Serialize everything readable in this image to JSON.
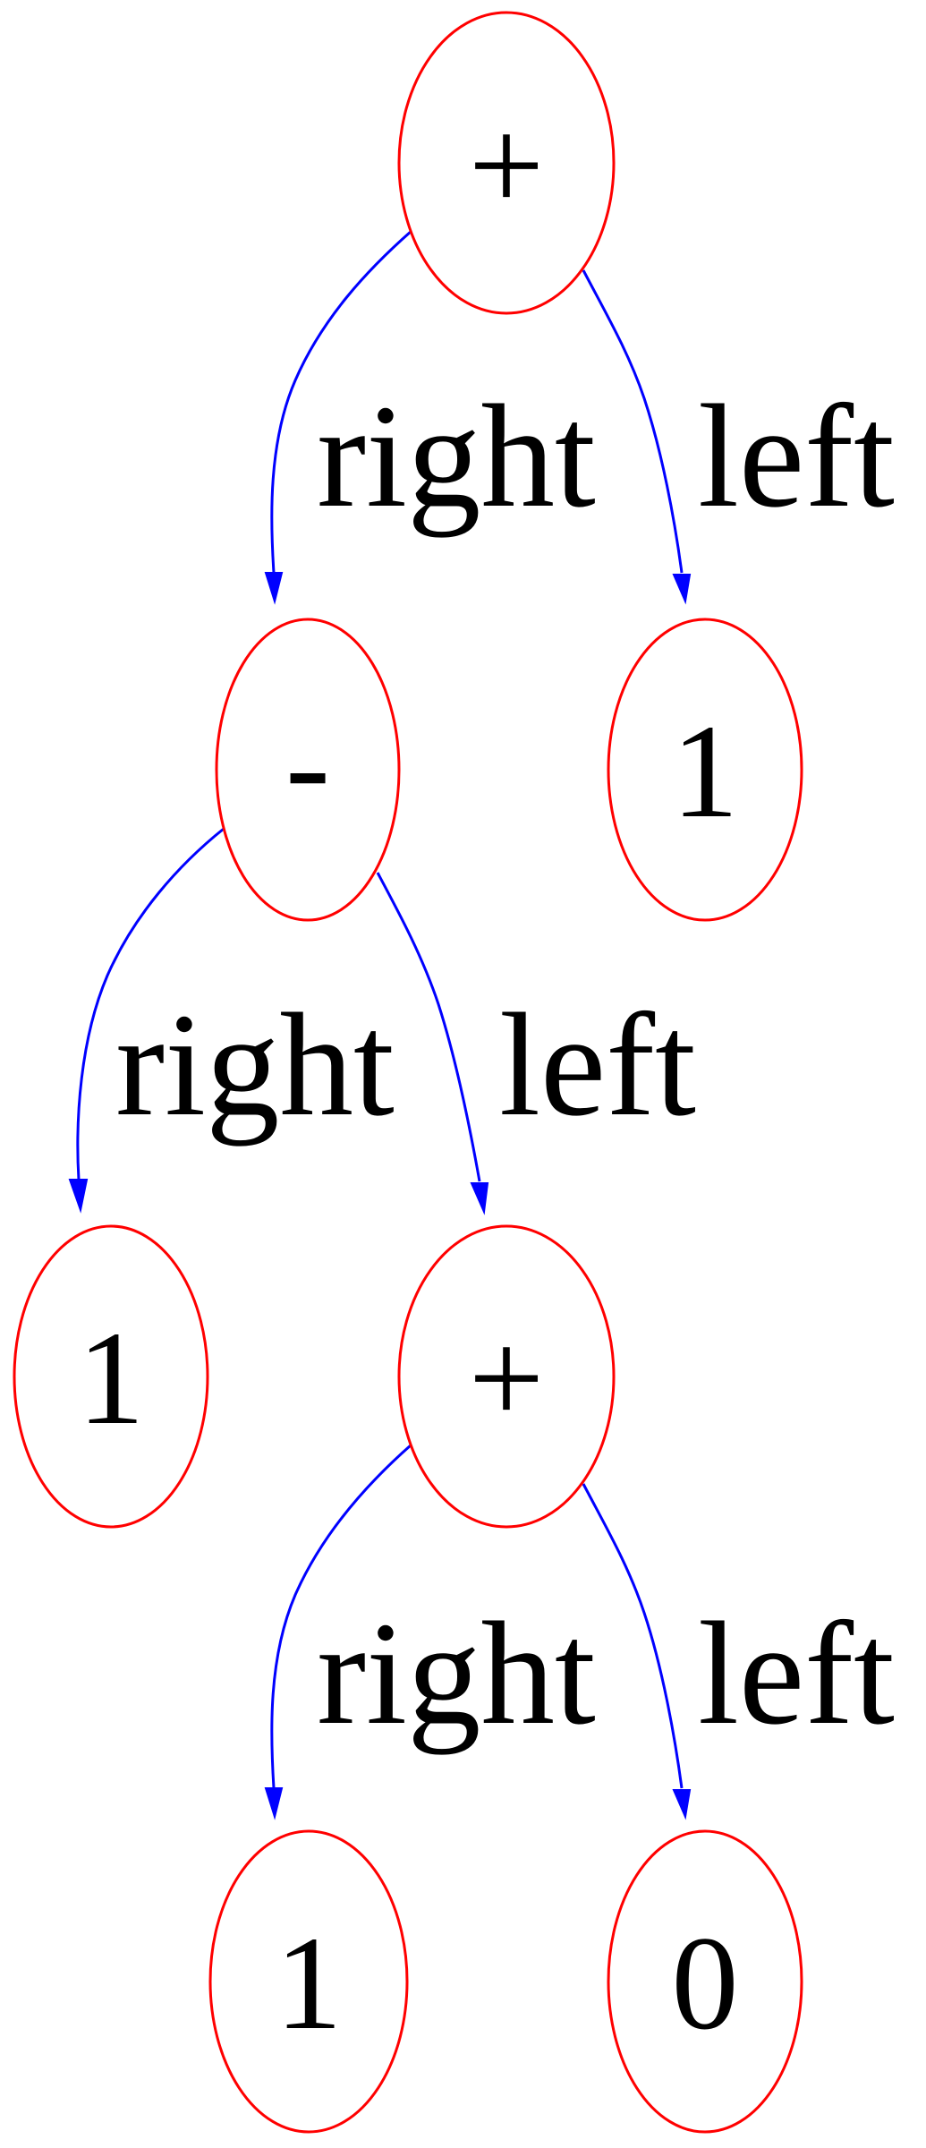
{
  "nodes": [
    {
      "id": "n_plus_root",
      "label": "+"
    },
    {
      "id": "n_minus",
      "label": "-"
    },
    {
      "id": "n_one_top",
      "label": "1"
    },
    {
      "id": "n_one_left",
      "label": "1"
    },
    {
      "id": "n_plus_inner",
      "label": "+"
    },
    {
      "id": "n_one_bottom",
      "label": "1"
    },
    {
      "id": "n_zero",
      "label": "0"
    }
  ],
  "edges": [
    {
      "from": "n_plus_root",
      "to": "n_minus",
      "label": "right"
    },
    {
      "from": "n_plus_root",
      "to": "n_one_top",
      "label": "left"
    },
    {
      "from": "n_minus",
      "to": "n_one_left",
      "label": "right"
    },
    {
      "from": "n_minus",
      "to": "n_plus_inner",
      "label": "left"
    },
    {
      "from": "n_plus_inner",
      "to": "n_one_bottom",
      "label": "right"
    },
    {
      "from": "n_plus_inner",
      "to": "n_zero",
      "label": "left"
    }
  ],
  "colors": {
    "node_stroke": "#ff0000",
    "edge": "#0000ff",
    "text": "#000000"
  }
}
